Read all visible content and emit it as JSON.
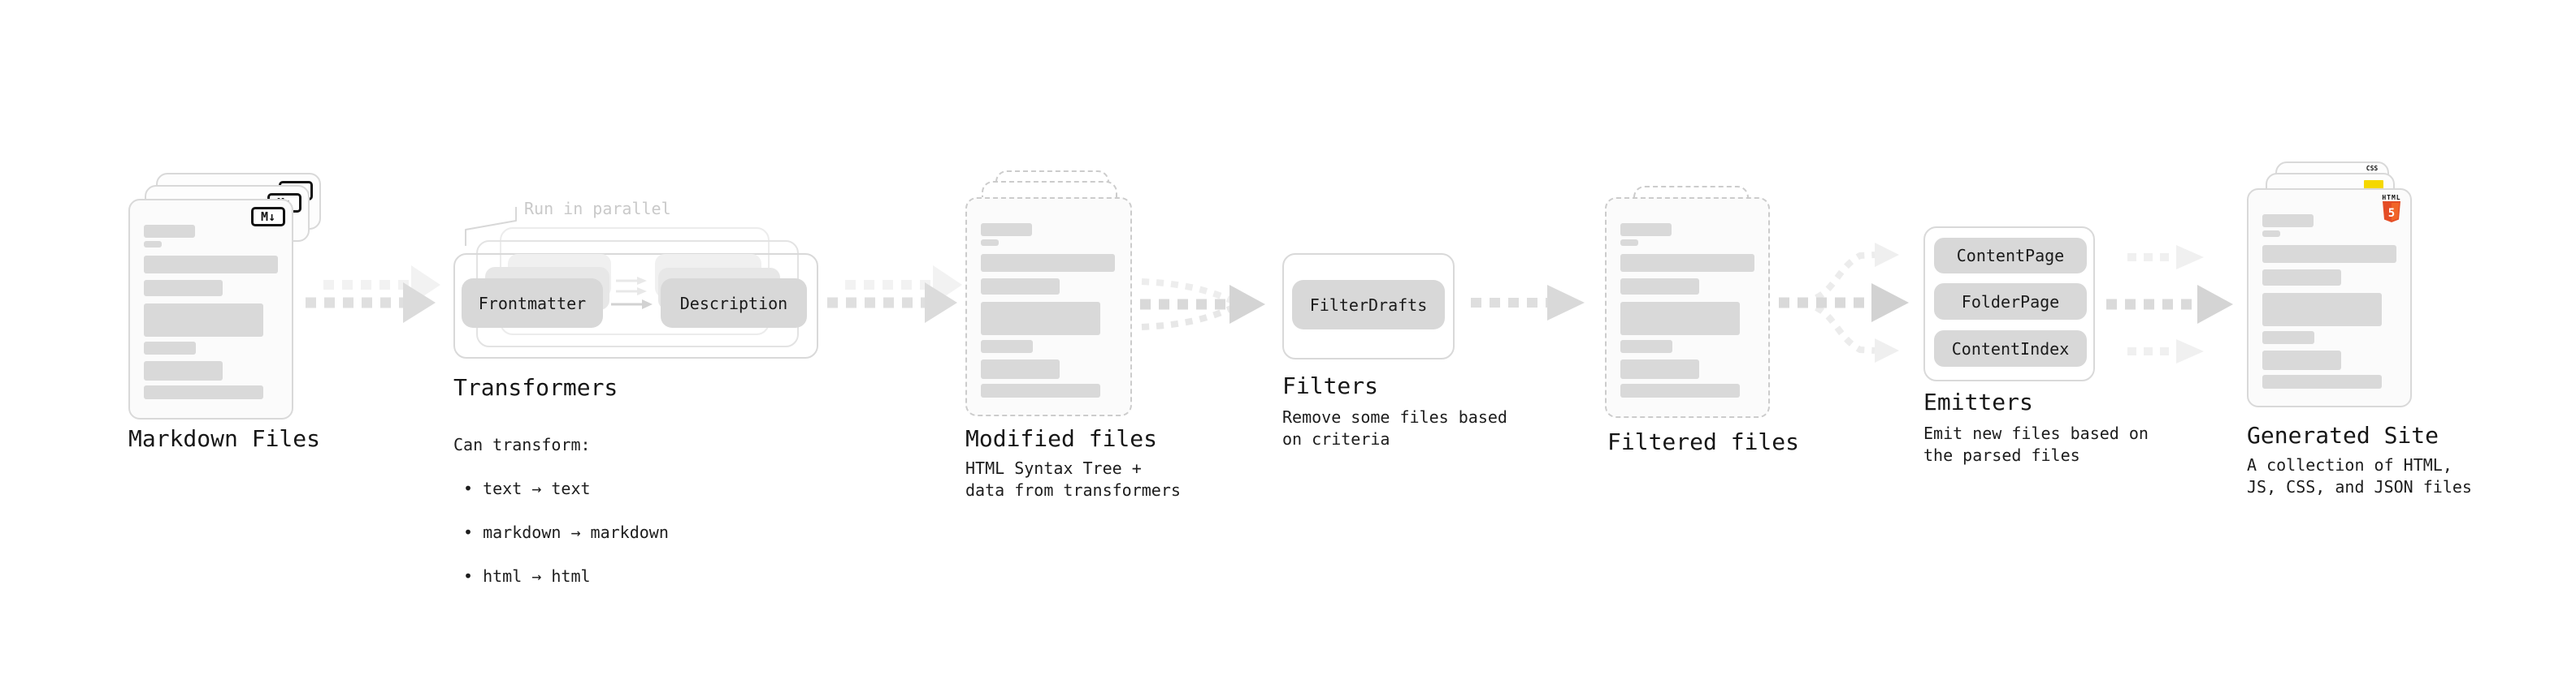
{
  "pipeline": {
    "stages": [
      {
        "id": "markdown-files",
        "label": "Markdown Files",
        "badge": "M↓"
      },
      {
        "id": "transformers",
        "label": "Transformers",
        "callout": "Run in parallel",
        "buttons": [
          "Frontmatter",
          "Description"
        ],
        "desc_title": "Can transform:",
        "bullets": [
          "• text → text",
          "• markdown → markdown",
          "• html → html"
        ]
      },
      {
        "id": "modified-files",
        "label": "Modified files",
        "desc": "HTML Syntax Tree +\ndata from transformers"
      },
      {
        "id": "filters",
        "label": "Filters",
        "buttons": [
          "FilterDrafts"
        ],
        "desc": "Remove some files based\non criteria"
      },
      {
        "id": "filtered-files",
        "label": "Filtered files"
      },
      {
        "id": "emitters",
        "label": "Emitters",
        "buttons": [
          "ContentPage",
          "FolderPage",
          "ContentIndex"
        ],
        "desc": "Emit new files based on\nthe parsed files"
      },
      {
        "id": "generated-site",
        "label": "Generated Site",
        "desc": "A collection of HTML,\nJS, CSS, and JSON files",
        "badges": {
          "html_label": "HTML",
          "html_number": "5",
          "css_label": "CSS"
        }
      }
    ],
    "colors": {
      "html5_orange": "#e44d26",
      "html5_orange_light": "#f16529",
      "js_yellow": "#f5d800",
      "css_blue": "#2760e6",
      "card_border": "#d9d9d9",
      "dashed_border": "#cccccc",
      "bar_gray": "#d9d9d9",
      "button_gray": "#d8d8d8",
      "arrow_gray": "#dfdfdf",
      "arrow_ghost": "#f2f2f2",
      "muted_text": "#c9c9c9"
    }
  }
}
